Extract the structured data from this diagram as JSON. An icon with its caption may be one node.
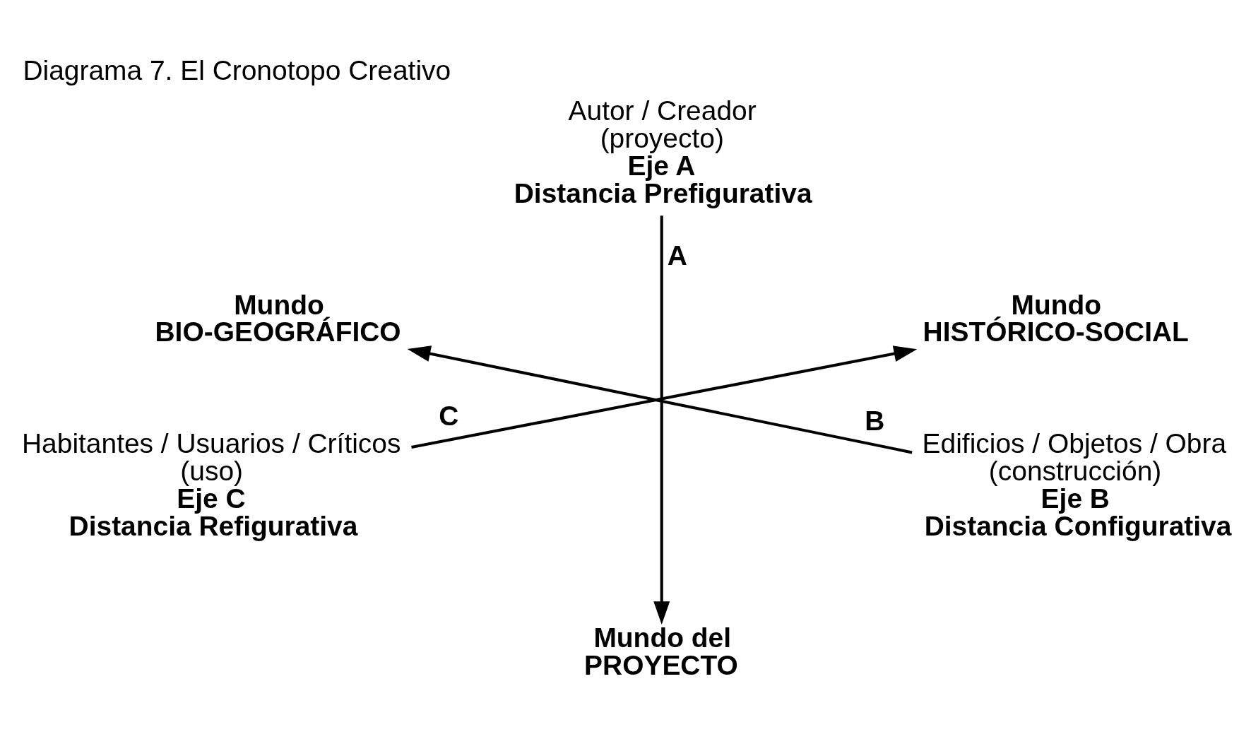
{
  "diagram": {
    "title": "Diagrama 7. El Cronotopo Creativo",
    "nodes": [
      {
        "text": [
          "Autor / Creador",
          "(proyecto)",
          "Eje A",
          "Distancia Prefigurativa"
        ]
      },
      {
        "text": [
          "Mundo BIO-GEOGRÁFICO"
        ]
      },
      {
        "text": [
          "Mundo HISTÓRICO-SOCIAL"
        ]
      },
      {
        "text": [
          "Habitantes / Usuarios / Críticos",
          "(uso)",
          "Eje C",
          "Distancia Refigurativa"
        ]
      },
      {
        "text": [
          "Edificios / Objetos / Obra",
          "(construcción)",
          "Eje B",
          "Distancia Configurativa"
        ]
      },
      {
        "text": [
          "Mundo del PROYECTO"
        ]
      }
    ],
    "edges": [
      {
        "from": 0,
        "to": 5,
        "arrow": "to",
        "label": "A"
      },
      {
        "from": 4,
        "to": 1,
        "arrow": "to",
        "label": "B"
      },
      {
        "from": 3,
        "to": 2,
        "arrow": "to",
        "label": "C"
      }
    ]
  }
}
